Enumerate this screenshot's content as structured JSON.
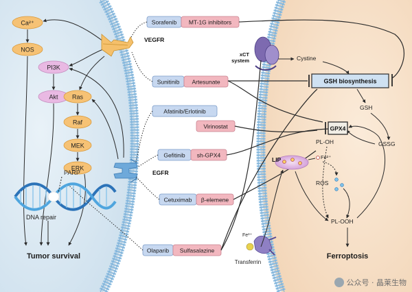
{
  "colors": {
    "left_cell": "#dbe9f3",
    "ferro_cell": "#f8e2cc",
    "drug_blue": "#c7d8f0",
    "drug_pink": "#f2b7bf",
    "node_orange": "#f6c275",
    "node_pink": "#e9b9e3",
    "gsh_box": "#cfe1f2",
    "membrane": "#7fb0d6"
  },
  "signaling": {
    "ca": "Ca²⁺",
    "nos": "NOS",
    "pi3k": "PI3K",
    "akt": "Akt",
    "ras": "Ras",
    "raf": "Raf",
    "mek": "MEK",
    "erk": "ERK",
    "parp": "PARP",
    "dna_repair": "DNA repair",
    "tumor_survival": "Tumor survival"
  },
  "receptors": {
    "vegfr": "VEGFR",
    "egfr": "EGFR",
    "xct": [
      "xCT",
      "system"
    ],
    "transferrin": "Transferrin"
  },
  "drugs": {
    "sorafenib": "Sorafenib",
    "mt1g": "MT-1G inhibitors",
    "sunitinib": "Sunitinib",
    "artesunate": "Artesunate",
    "afatinib": "Afatinib/Erlotinib",
    "virinostat": "Virinostat",
    "gefitinib": "Gefitinib",
    "shgpx4": "sh-GPX4",
    "cetuximab": "Cetuximab",
    "belemene": "β-elemene",
    "olaparib": "Olaparib",
    "sulfasalazine": "Sulfasalazine"
  },
  "ferroptosis": {
    "cystine": "Cystine",
    "gsh_biosynthesis": "GSH biosynthesis",
    "gsh": "GSH",
    "gssg": "GSSG",
    "gpx4": "GPX4",
    "pl_oh": "PL-OH",
    "lip": "LIP",
    "fe2": "Fe²⁺",
    "fe3": "Fe³⁺",
    "ros": "ROS",
    "pl_ooh": "PL-OOH",
    "ferroptosis": "Ferroptosis"
  },
  "watermark": {
    "text": "公众号 · 晶莱生物",
    "icon": "wechat-icon"
  }
}
